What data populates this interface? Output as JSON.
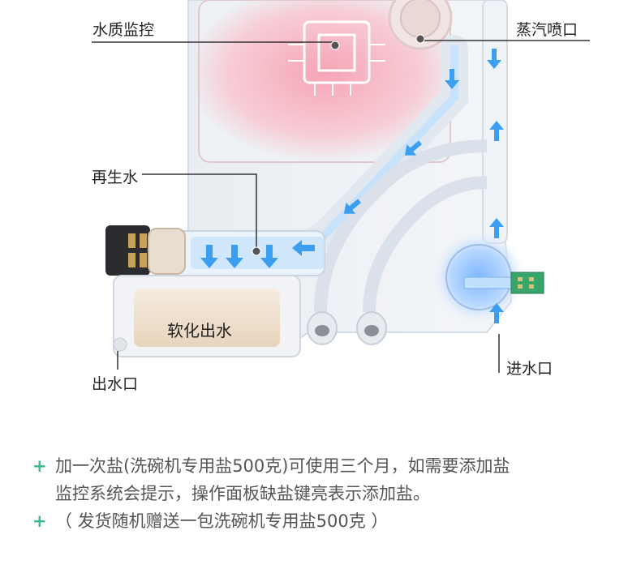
{
  "labels": {
    "water_quality": "水质监控",
    "steam_outlet": "蒸汽喷口",
    "regen_water": "再生水",
    "softened_output": "软化出水",
    "outlet": "出水口",
    "inlet": "进水口"
  },
  "notes": [
    {
      "bullet": "+",
      "lines": [
        "加一次盐(洗碗机专用盐500克)可使用三个月，如需要添加盐",
        "监控系统会提示，操作面板缺盐键亮表示添加盐。"
      ]
    },
    {
      "bullet": "+",
      "lines": [
        "（ 发货随机赠送一包洗碗机专用盐500克 ）"
      ]
    }
  ],
  "colors": {
    "accent_green": "#3dbb8a",
    "flow_blue": "#3b9ef0",
    "chip_pink": "#f3a0b0"
  }
}
